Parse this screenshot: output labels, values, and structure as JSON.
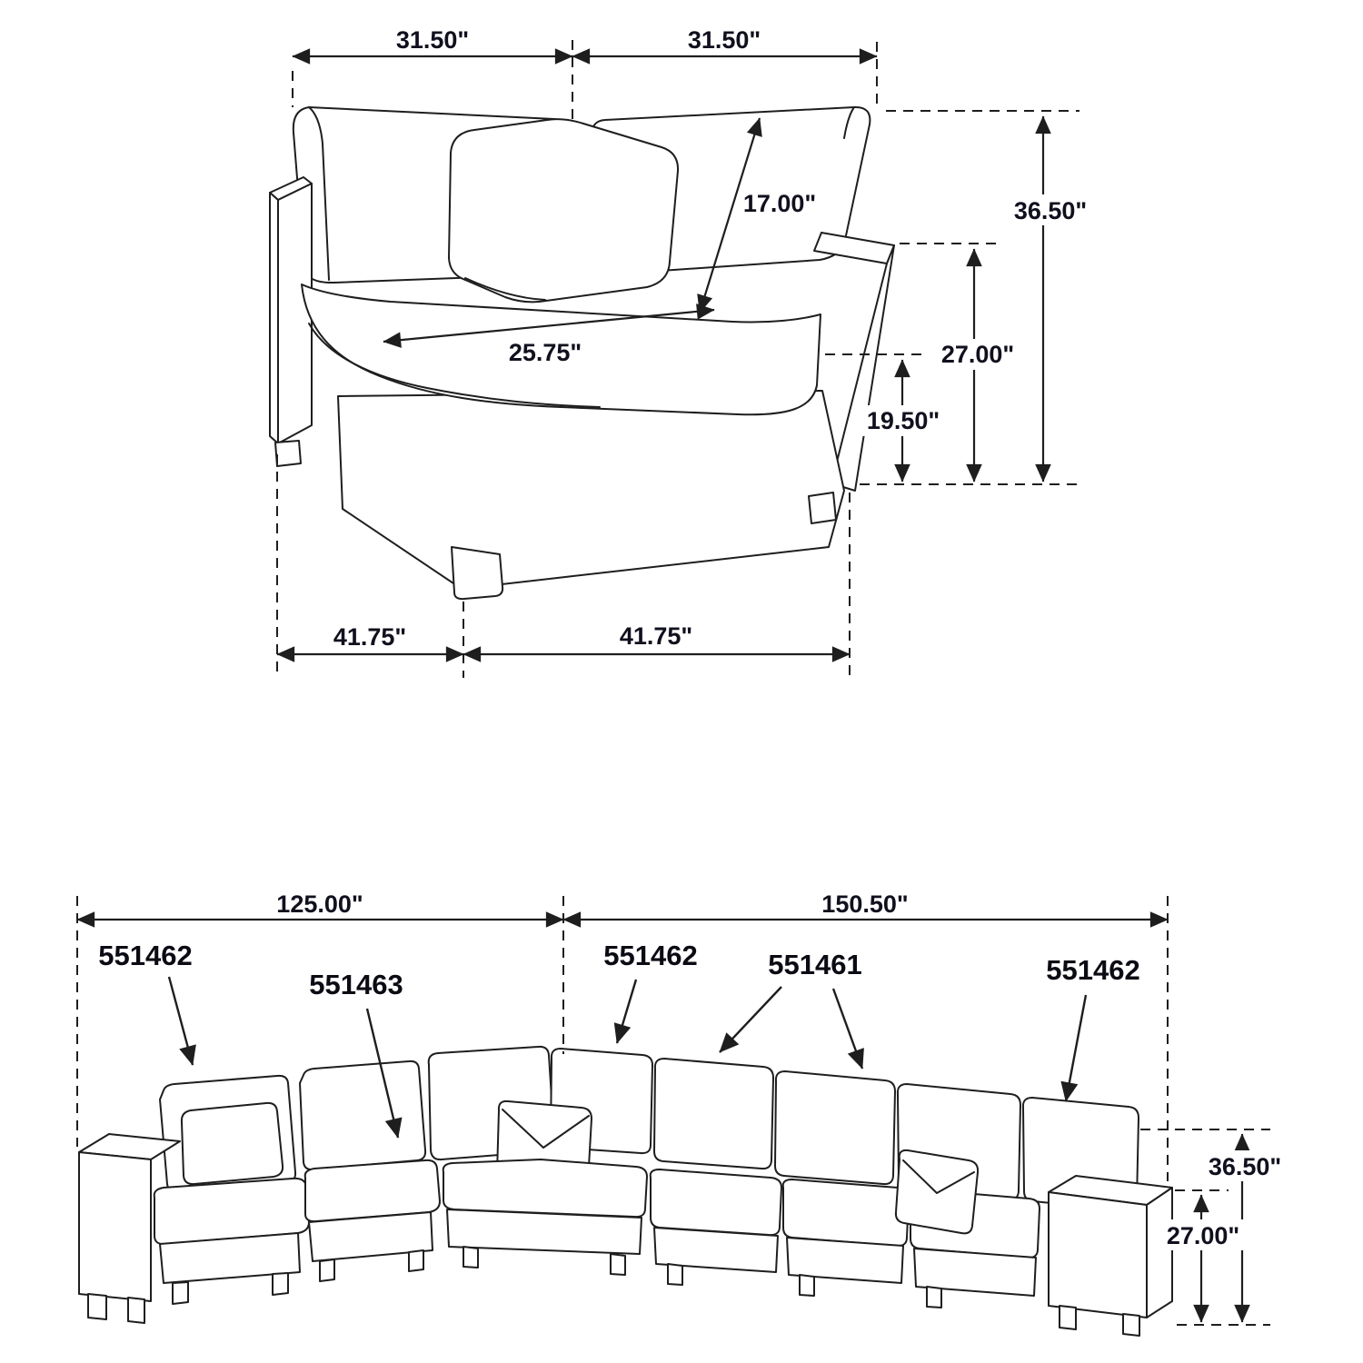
{
  "page": {
    "background_color": "#ffffff",
    "line_color": "#1e1e1e",
    "label_color": "#10101e"
  },
  "corner_chair": {
    "dims": {
      "top_width_left": "31.50\"",
      "top_width_right": "31.50\"",
      "back_cushion_diagonal": "17.00\"",
      "overall_height": "36.50\"",
      "arm_height": "27.00\"",
      "seat_height": "19.50\"",
      "seat_depth": "25.75\"",
      "base_depth_left": "41.75\"",
      "base_width_right": "41.75\""
    }
  },
  "sectional": {
    "dims": {
      "left_span": "125.00\"",
      "right_span": "150.50\"",
      "overall_height": "36.50\"",
      "arm_height": "27.00\""
    },
    "skus": [
      "551462",
      "551463",
      "551462",
      "551461",
      "551462"
    ]
  }
}
